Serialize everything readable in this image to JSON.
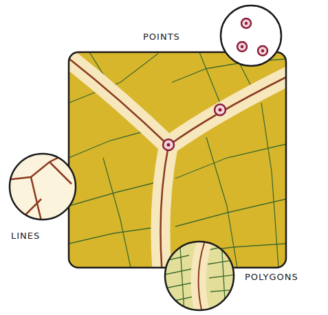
{
  "diagram": {
    "labels": [
      "POINTS",
      "LINES",
      "POLYGONS"
    ]
  }
}
